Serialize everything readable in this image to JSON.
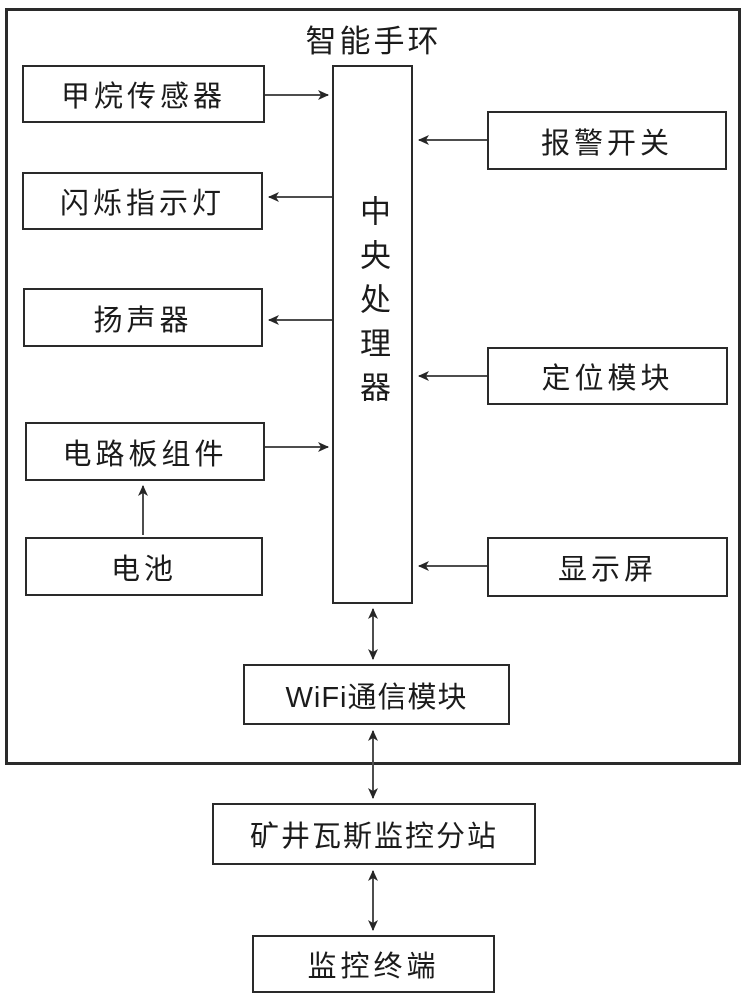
{
  "diagram": {
    "title": "智能手环",
    "nodes": {
      "methane_sensor": {
        "label": "甲烷传感器"
      },
      "flash_indicator": {
        "label": "闪烁指示灯"
      },
      "speaker": {
        "label": "扬声器"
      },
      "circuit_board": {
        "label": "电路板组件"
      },
      "battery": {
        "label": "电池"
      },
      "cpu": {
        "label": "中央处理器"
      },
      "alarm_switch": {
        "label": "报警开关"
      },
      "positioning_module": {
        "label": "定位模块"
      },
      "display_screen": {
        "label": "显示屏"
      },
      "wifi_module": {
        "label": "WiFi通信模块"
      },
      "mine_substation": {
        "label": "矿井瓦斯监控分站"
      },
      "monitoring_terminal": {
        "label": "监控终端"
      }
    },
    "container": {
      "label": "智能手环",
      "contains": [
        "methane_sensor",
        "flash_indicator",
        "speaker",
        "circuit_board",
        "battery",
        "cpu",
        "alarm_switch",
        "positioning_module",
        "display_screen",
        "wifi_module"
      ]
    },
    "edges": [
      {
        "from": "methane_sensor",
        "to": "cpu",
        "type": "one-way"
      },
      {
        "from": "cpu",
        "to": "flash_indicator",
        "type": "one-way"
      },
      {
        "from": "cpu",
        "to": "speaker",
        "type": "one-way"
      },
      {
        "from": "circuit_board",
        "to": "cpu",
        "type": "one-way"
      },
      {
        "from": "battery",
        "to": "circuit_board",
        "type": "one-way"
      },
      {
        "from": "alarm_switch",
        "to": "cpu",
        "type": "one-way"
      },
      {
        "from": "positioning_module",
        "to": "cpu",
        "type": "one-way"
      },
      {
        "from": "display_screen",
        "to": "cpu",
        "type": "one-way"
      },
      {
        "from": "cpu",
        "to": "wifi_module",
        "type": "two-way"
      },
      {
        "from": "wifi_module",
        "to": "mine_substation",
        "type": "two-way"
      },
      {
        "from": "mine_substation",
        "to": "monitoring_terminal",
        "type": "two-way"
      }
    ],
    "colors": {
      "border": "#2a2a2a",
      "line": "#4d4d4d",
      "arrowhead": "#262626",
      "background": "#ffffff"
    }
  }
}
